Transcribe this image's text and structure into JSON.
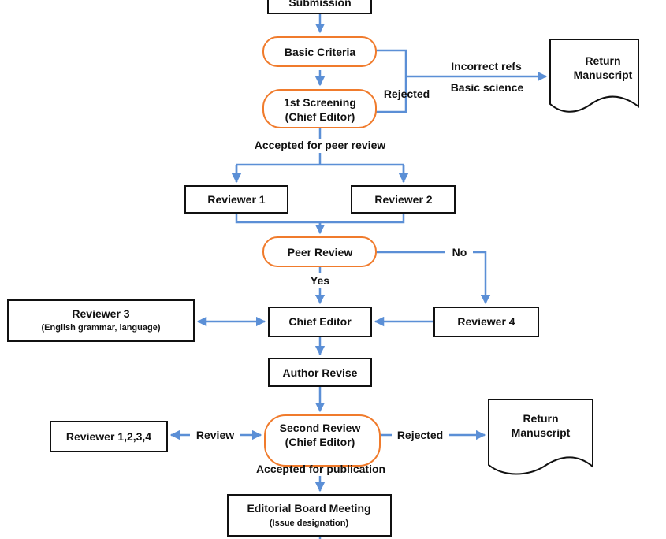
{
  "colors": {
    "connector": "#5b8fd6",
    "decision_border": "#f07b2c",
    "box_border": "#111111"
  },
  "nodes": {
    "submission": "Submission",
    "basic_criteria": "Basic Criteria",
    "first_screening": [
      "1st Screening",
      "(Chief Editor)"
    ],
    "return_manuscript_1": [
      "Return",
      "Manuscript"
    ],
    "reviewer_1": "Reviewer 1",
    "reviewer_2": "Reviewer 2",
    "peer_review": "Peer Review",
    "reviewer_3": [
      "Reviewer 3",
      "(English grammar, language)"
    ],
    "chief_editor": "Chief Editor",
    "reviewer_4": "Reviewer 4",
    "author_revise": "Author Revise",
    "second_review": [
      "Second Review",
      "(Chief Editor)"
    ],
    "reviewer_all": "Reviewer 1,2,3,4",
    "return_manuscript_2": [
      "Return",
      "Manuscript"
    ],
    "editorial_board": [
      "Editorial Board Meeting",
      "(Issue designation)"
    ]
  },
  "labels": {
    "rejected_1": "Rejected",
    "incorrect_refs": "Incorrect refs",
    "basic_science": "Basic science",
    "accepted_peer": "Accepted for peer review",
    "no": "No",
    "yes": "Yes",
    "review": "Review",
    "rejected_2": "Rejected",
    "accepted_pub": "Accepted for publication"
  }
}
